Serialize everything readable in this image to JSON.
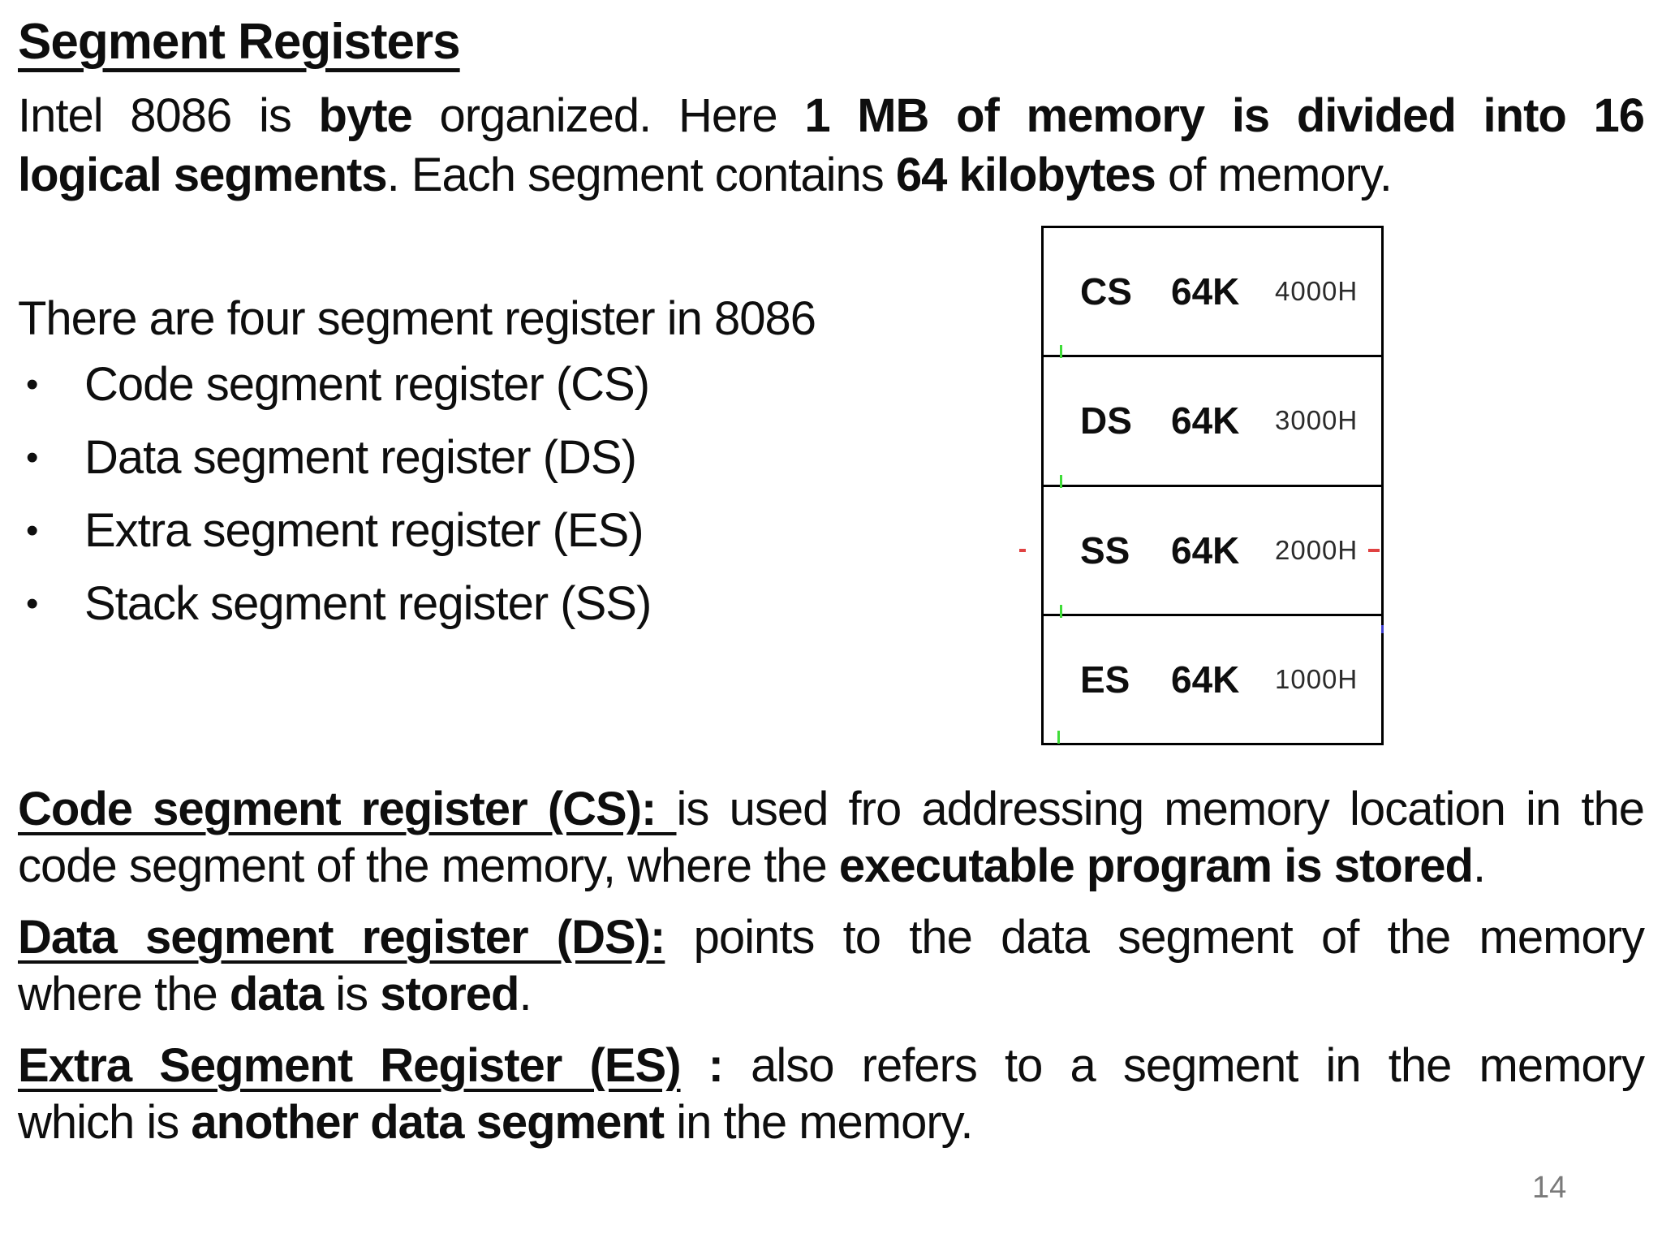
{
  "title": {
    "text": "Segment Registers"
  },
  "intro_paragraph": {
    "lines": [
      [
        {
          "t": "Intel 8086 is "
        },
        {
          "t": "byte",
          "b": true
        },
        {
          "t": " organized. Here "
        },
        {
          "t": "1 MB of memory is divided into 16",
          "b": true
        }
      ],
      [
        {
          "t": "logical segments",
          "b": true
        },
        {
          "t": ". Each segment contains "
        },
        {
          "t": "64 kilobytes",
          "b": true
        },
        {
          "t": " of memory."
        }
      ]
    ]
  },
  "list": {
    "heading": "There are four segment register in 8086",
    "bullet_glyph": "•",
    "items": [
      "Code segment register (CS)",
      "Data segment register (DS)",
      "Extra segment register (ES)",
      "Stack segment register (SS)"
    ]
  },
  "diagram": {
    "rows": [
      {
        "reg": "CS",
        "size": "64K",
        "addr": "4000H"
      },
      {
        "reg": "DS",
        "size": "64K",
        "addr": "3000H"
      },
      {
        "reg": "SS",
        "size": "64K",
        "addr": "2000H"
      },
      {
        "reg": "ES",
        "size": "64K",
        "addr": "1000H"
      }
    ]
  },
  "definitions": [
    {
      "id": "cs",
      "lines": [
        [
          {
            "t": "Code segment register (CS): ",
            "b": true,
            "u": true
          },
          {
            "t": "is used fro addressing memory location in the"
          }
        ],
        [
          {
            "t": "code segment of the memory, where the "
          },
          {
            "t": "executable program is stored",
            "b": true
          },
          {
            "t": "."
          }
        ]
      ]
    },
    {
      "id": "ds",
      "lines": [
        [
          {
            "t": "Data segment register (DS):",
            "b": true,
            "u": true
          },
          {
            "t": " points to the data segment of the memory"
          }
        ],
        [
          {
            "t": "where the "
          },
          {
            "t": "data",
            "b": true
          },
          {
            "t": " is "
          },
          {
            "t": "stored",
            "b": true
          },
          {
            "t": "."
          }
        ]
      ]
    },
    {
      "id": "es",
      "lines": [
        [
          {
            "t": "Extra Segment Register (ES)",
            "b": true,
            "u": true
          },
          {
            "t": " : ",
            "b": true
          },
          {
            "t": "also refers to a segment in the memory"
          }
        ],
        [
          {
            "t": "which is "
          },
          {
            "t": "another data segment",
            "b": true
          },
          {
            "t": " in the memory."
          }
        ]
      ]
    }
  ],
  "page": {
    "number": "14"
  },
  "colors": {
    "text": "#0e0e0e",
    "page_number": "#7a7a7a",
    "diagram_border": "#000000",
    "artifact_green": "#3fdd38",
    "artifact_red": "#e04242",
    "artifact_blue": "#4040cf"
  }
}
